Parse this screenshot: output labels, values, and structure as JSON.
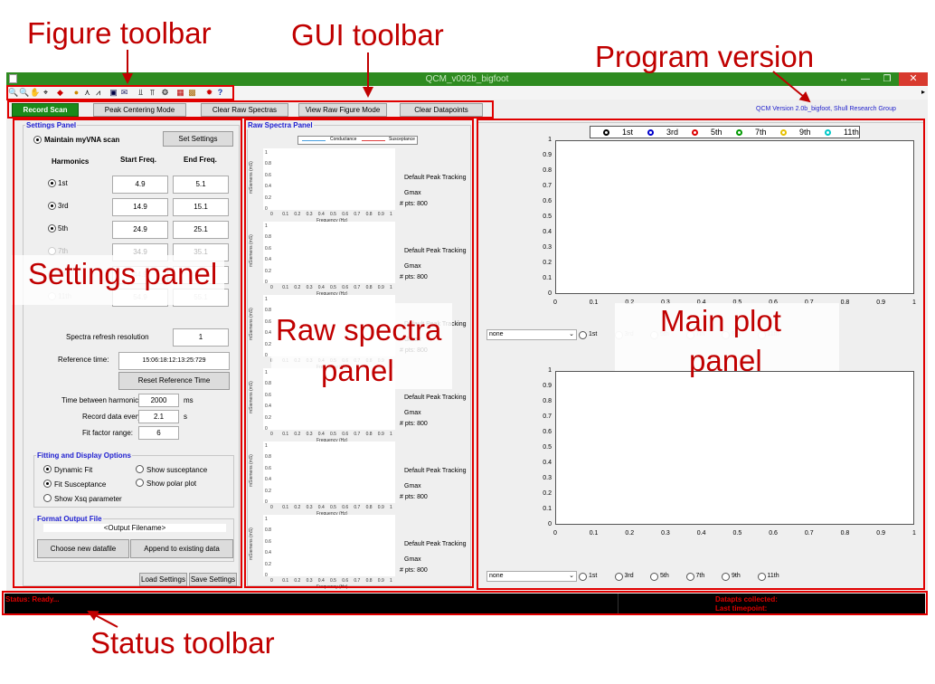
{
  "annotations": {
    "figure_toolbar": "Figure toolbar",
    "gui_toolbar": "GUI toolbar",
    "program_version": "Program version",
    "settings_panel": "Settings panel",
    "raw_spectra_panel_line1": "Raw spectra",
    "raw_spectra_panel_line2": "panel",
    "main_plot_panel_line1": "Main plot",
    "main_plot_panel_line2": "panel",
    "status_toolbar": "Status toolbar"
  },
  "window": {
    "title": "QCM_v002b_bigfoot",
    "close": "✕",
    "max": "❐",
    "min": "—",
    "resize": "↔"
  },
  "gui_toolbar": {
    "record": "Record Scan",
    "peak": "Peak Centering Mode",
    "clear_raw": "Clear Raw Spectras",
    "view_raw": "View Raw Figure Mode",
    "clear_data": "Clear Datapoints",
    "version": "QCM Version 2.0b_bigfoot, Shull Research Group"
  },
  "settings": {
    "title": "Settings Panel",
    "maintain": "Maintain myVNA scan",
    "set_settings": "Set Settings",
    "col_harm": "Harmonics",
    "col_start": "Start Freq.",
    "col_end": "End Freq.",
    "harmonics": [
      {
        "label": "1st",
        "start": "4.9",
        "end": "5.1"
      },
      {
        "label": "3rd",
        "start": "14.9",
        "end": "15.1"
      },
      {
        "label": "5th",
        "start": "24.9",
        "end": "25.1"
      },
      {
        "label": "7th",
        "start": "34.9",
        "end": "35.1"
      },
      {
        "label": "9th",
        "start": "44.9",
        "end": "45.1"
      },
      {
        "label": "11th",
        "start": "54.9",
        "end": "55.1"
      }
    ],
    "refresh_label": "Spectra refresh resolution",
    "refresh_val": "1",
    "ref_label": "Reference time:",
    "ref_val": "15:06:18:12:13:25:729",
    "reset_ref": "Reset Reference Time",
    "tbh_label": "Time between harmonics:",
    "tbh_val": "2000",
    "tbh_unit": "ms",
    "rde_label": "Record data every",
    "rde_val": "2.1",
    "rde_unit": "s",
    "ffr_label": "Fit factor range:",
    "ffr_val": "6",
    "fit_title": "Fitting and Display Options",
    "dyn_fit": "Dynamic Fit",
    "show_sus": "Show susceptance",
    "fit_sus": "Fit Susceptance",
    "show_polar": "Show polar plot",
    "show_xsq": "Show Xsq parameter",
    "fmt_title": "Format Output File",
    "output": "<Output Filename>",
    "choose": "Choose new datafile",
    "append": "Append to existing data",
    "load": "Load Settings",
    "save": "Save Settings"
  },
  "raw": {
    "title": "Raw Spectra Panel",
    "legend_cond": "Conductance",
    "legend_sus": "Susceptance",
    "ylabel": "mSiemens (mS)",
    "xlabel": "Frequency (Hz)",
    "peak": "Default Peak Tracking",
    "gmax": "Gmax",
    "pts": "# pts: 800",
    "xticks": [
      "0",
      "0.1",
      "0.2",
      "0.3",
      "0.4",
      "0.5",
      "0.6",
      "0.7",
      "0.8",
      "0.9",
      "1"
    ],
    "yticks": [
      "0",
      "0.2",
      "0.4",
      "0.6",
      "0.8",
      "1"
    ]
  },
  "main": {
    "legend": [
      {
        "label": "1st",
        "color": "#000000"
      },
      {
        "label": "3rd",
        "color": "#0000cc"
      },
      {
        "label": "5th",
        "color": "#dd0000"
      },
      {
        "label": "7th",
        "color": "#009900"
      },
      {
        "label": "9th",
        "color": "#e6c000"
      },
      {
        "label": "11th",
        "color": "#00c8c8"
      }
    ],
    "yticks": [
      "1",
      "0.9",
      "0.8",
      "0.7",
      "0.6",
      "0.5",
      "0.4",
      "0.3",
      "0.2",
      "0.1",
      "0"
    ],
    "xticks": [
      "0",
      "0.1",
      "0.2",
      "0.3",
      "0.4",
      "0.5",
      "0.6",
      "0.7",
      "0.8",
      "0.9",
      "1"
    ],
    "dropdown": "none",
    "harm_labels": [
      "1st",
      "3rd",
      "5th",
      "7th",
      "9th",
      "11th"
    ]
  },
  "status": {
    "text": "Status: Ready...",
    "datapts": "Datapts collected:",
    "last": "Last timepoint:"
  }
}
